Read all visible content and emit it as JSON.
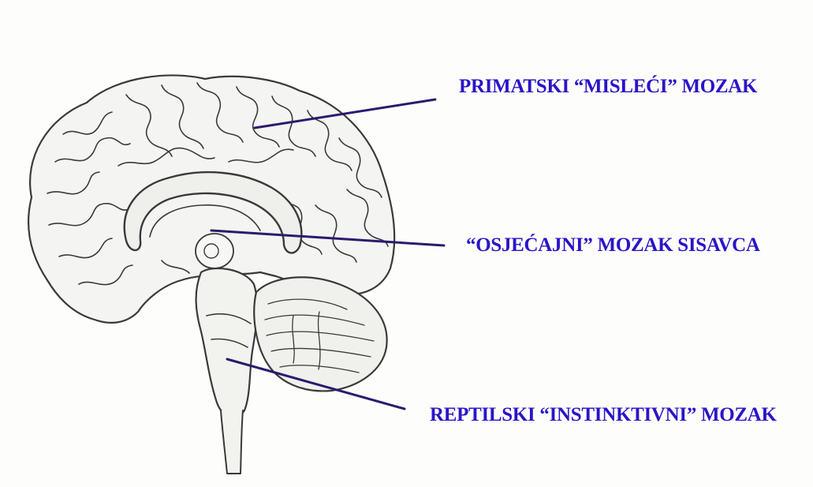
{
  "labels": {
    "thinking": "PRIMATSKI “MISLEĆI” MOZAK",
    "emotional": "“OSJEĆAJNI” MOZAK SISAVCA",
    "reptilian": "REPTILSKI “INSTINKTIVNI” MOZAK"
  },
  "colors": {
    "label_text": "#2a14c8",
    "pointer_line": "#2c1a6e",
    "brain_outline": "#3a3a3a",
    "brain_fill": "#f4f4f2",
    "background": "#fdfdfb"
  }
}
